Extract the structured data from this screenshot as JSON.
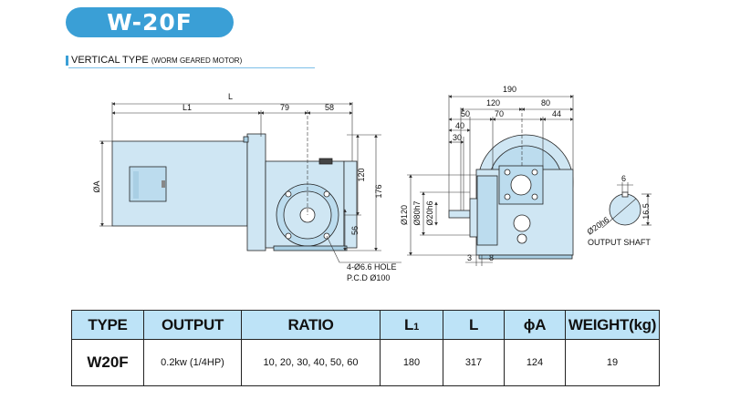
{
  "header": {
    "model": "W-20F",
    "subtitle": "VERTICAL TYPE",
    "subtitle_small": "(WORM GEARED MOTOR)"
  },
  "drawing": {
    "side_view": {
      "dim_L": "L",
      "dim_L1": "L1",
      "dim_79": "79",
      "dim_58": "58",
      "dim_A": "ØA",
      "dim_120": "120",
      "dim_176": "176",
      "dim_56": "56",
      "hole_note": "4-Ø6.6 HOLE",
      "pcd_note": "P.C.D Ø100"
    },
    "front_view": {
      "dim_190": "190",
      "dim_120": "120",
      "dim_80": "80",
      "dim_50": "50",
      "dim_70": "70",
      "dim_44": "44",
      "dim_40": "40",
      "dim_30": "30",
      "dim_phi120": "Ø120",
      "dim_phi80h7": "Ø80h7",
      "dim_phi20h6": "Ø20h6",
      "dim_3": "3",
      "dim_8": "8"
    },
    "shaft_view": {
      "dim_6": "6",
      "dim_16_5": "16.5",
      "dim_phi20h6": "Ø20h6",
      "label": "OUTPUT SHAFT"
    }
  },
  "table": {
    "headers": {
      "type": "TYPE",
      "output": "OUTPUT",
      "ratio": "RATIO",
      "l1": "L",
      "l1_sub": "1",
      "l": "L",
      "phi_a": "ϕA",
      "weight": "WEIGHT(kg)"
    },
    "row": {
      "type": "W20F",
      "output": "0.2kw (1/4HP)",
      "ratio": "10, 20, 30, 40, 50, 60",
      "l1": "180",
      "l": "317",
      "phi_a": "124",
      "weight": "19"
    }
  },
  "colors": {
    "accent": "#3a9fd6",
    "table_header": "#bde3f7",
    "part_fill": "#cfe6f3",
    "part_dark": "#a9cfe4"
  }
}
